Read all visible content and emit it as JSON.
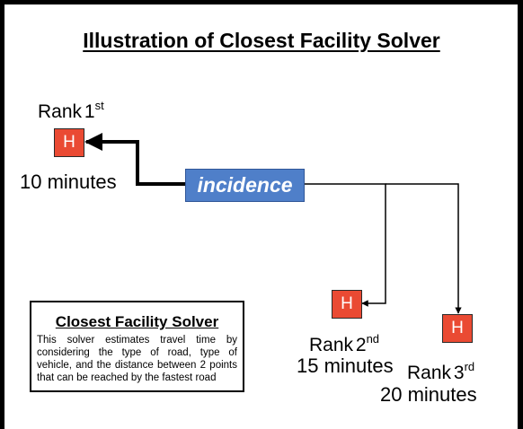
{
  "title": "Illustration of Closest Facility Solver",
  "center": {
    "label": "incidence"
  },
  "facilities": [
    {
      "marker": "H",
      "rank_word": "Rank",
      "rank_num": "1",
      "rank_suffix": "st",
      "time": "10 minutes"
    },
    {
      "marker": "H",
      "rank_word": "Rank",
      "rank_num": "2",
      "rank_suffix": "nd",
      "time": "15 minutes"
    },
    {
      "marker": "H",
      "rank_word": "Rank",
      "rank_num": "3",
      "rank_suffix": "rd",
      "time": "20 minutes"
    }
  ],
  "info": {
    "title": "Closest Facility Solver",
    "text": "This solver estimates travel time by considering the type of road, type of vehicle, and the distance between 2 points that can be reached by the fastest road"
  },
  "colors": {
    "facility": "#ea4a33",
    "incidence": "#4f7fc9",
    "route": "#000000"
  }
}
